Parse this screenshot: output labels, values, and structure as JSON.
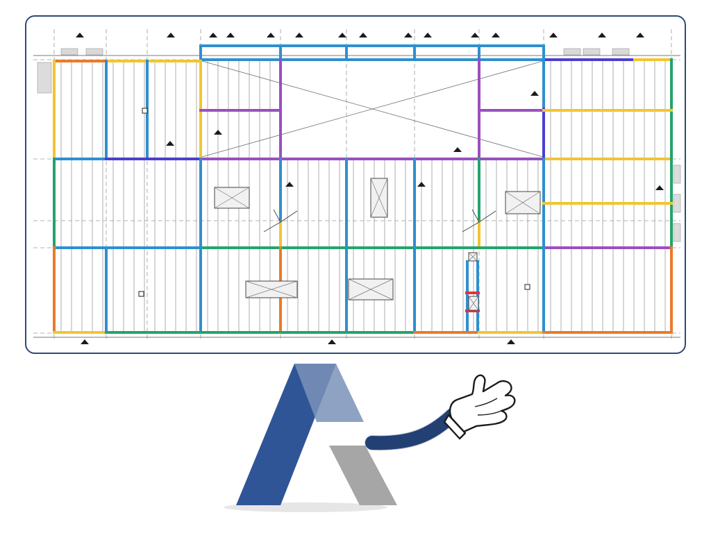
{
  "figure": {
    "kind": "structural framing plan with color-coded beams and a pointing logo mascot",
    "plan_title": "",
    "colors": {
      "panel_border": "#2c4a7a",
      "beam_blue": "#2f8fcf",
      "beam_green": "#25a36b",
      "beam_purple": "#9a4fc0",
      "beam_yellow": "#f2c531",
      "beam_orange": "#ea7a2a",
      "beam_indigo": "#4b3fd0",
      "beam_red": "#e5323a",
      "logo_navy": "#2f5597",
      "logo_gray": "#a6a6a6",
      "glove": "#ffffff"
    },
    "legend": []
  },
  "mascot": {
    "name": "logo-mascot",
    "icon": "letter-a-logo-with-pointing-arm"
  }
}
